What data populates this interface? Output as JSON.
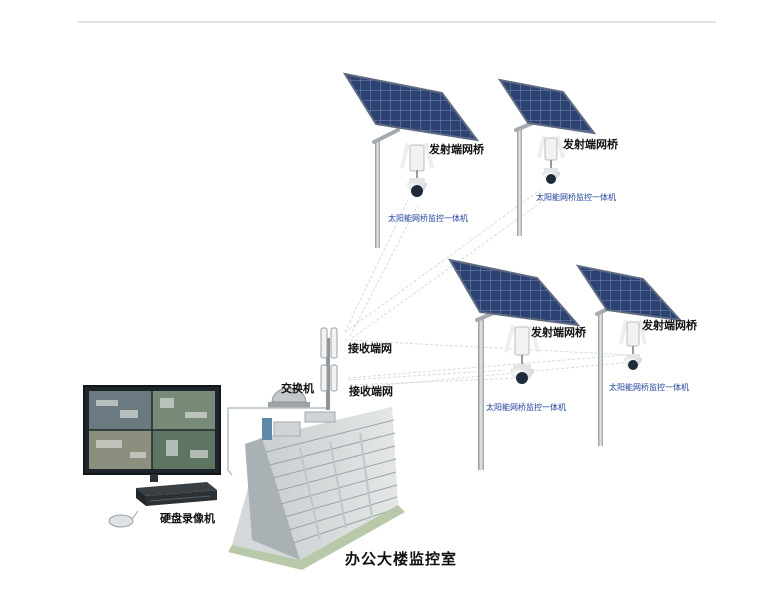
{
  "stations": [
    {
      "bridge_label": "发射端网桥",
      "unit_label": "太阳能网桥监控一体机"
    },
    {
      "bridge_label": "发射端网桥",
      "unit_label": "太阳能网桥监控一体机"
    },
    {
      "bridge_label": "发射端网桥",
      "unit_label": "太阳能网桥监控一体机"
    },
    {
      "bridge_label": "发射端网桥",
      "unit_label": "太阳能网桥监控一体机"
    }
  ],
  "receivers": [
    {
      "label": "接收端网"
    },
    {
      "label": "接收端网"
    }
  ],
  "switch_label": "交换机",
  "nvr_label": "硬盘录像机",
  "building_label": "办公大楼监控室",
  "colors": {
    "panel": "#2b3f6e",
    "label_blue": "#1d3f9a",
    "link_line": "#c9d6df"
  }
}
